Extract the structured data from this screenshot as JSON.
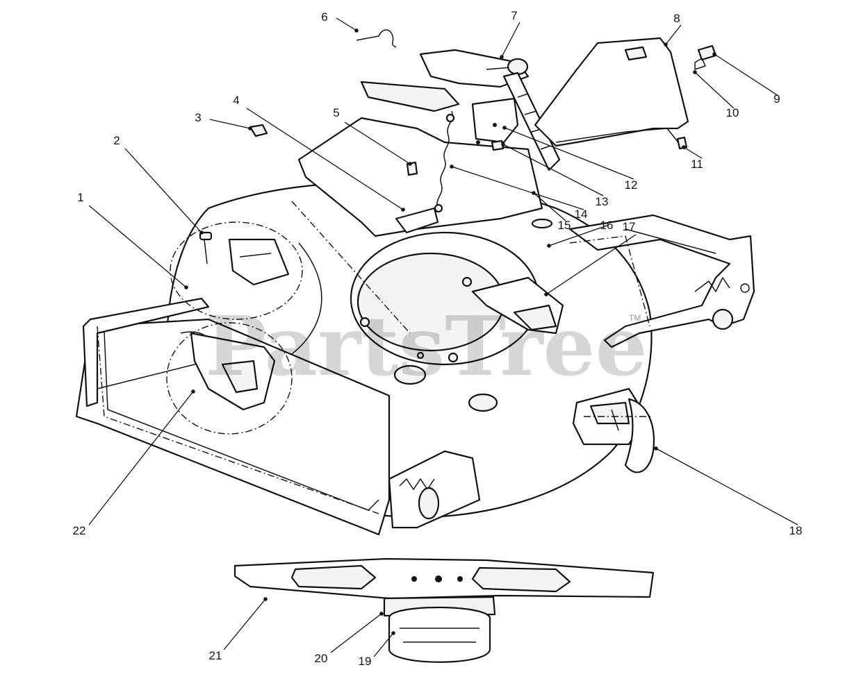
{
  "watermark": {
    "text": "PartsTree",
    "mark": "TM"
  },
  "callouts": [
    {
      "id": "1",
      "label": "1"
    },
    {
      "id": "2",
      "label": "2"
    },
    {
      "id": "3",
      "label": "3"
    },
    {
      "id": "4",
      "label": "4"
    },
    {
      "id": "5",
      "label": "5"
    },
    {
      "id": "6",
      "label": "6"
    },
    {
      "id": "7",
      "label": "7"
    },
    {
      "id": "8",
      "label": "8"
    },
    {
      "id": "9",
      "label": "9"
    },
    {
      "id": "10",
      "label": "10"
    },
    {
      "id": "11",
      "label": "11"
    },
    {
      "id": "12",
      "label": "12"
    },
    {
      "id": "13",
      "label": "13"
    },
    {
      "id": "14",
      "label": "14"
    },
    {
      "id": "15",
      "label": "15"
    },
    {
      "id": "16",
      "label": "16"
    },
    {
      "id": "17",
      "label": "17"
    },
    {
      "id": "18",
      "label": "18"
    },
    {
      "id": "19",
      "label": "19"
    },
    {
      "id": "20",
      "label": "20"
    },
    {
      "id": "21",
      "label": "21"
    },
    {
      "id": "22",
      "label": "22"
    }
  ],
  "colors": {
    "ink": "#111111",
    "paper": "#ffffff",
    "watermark": "#cccccc"
  }
}
